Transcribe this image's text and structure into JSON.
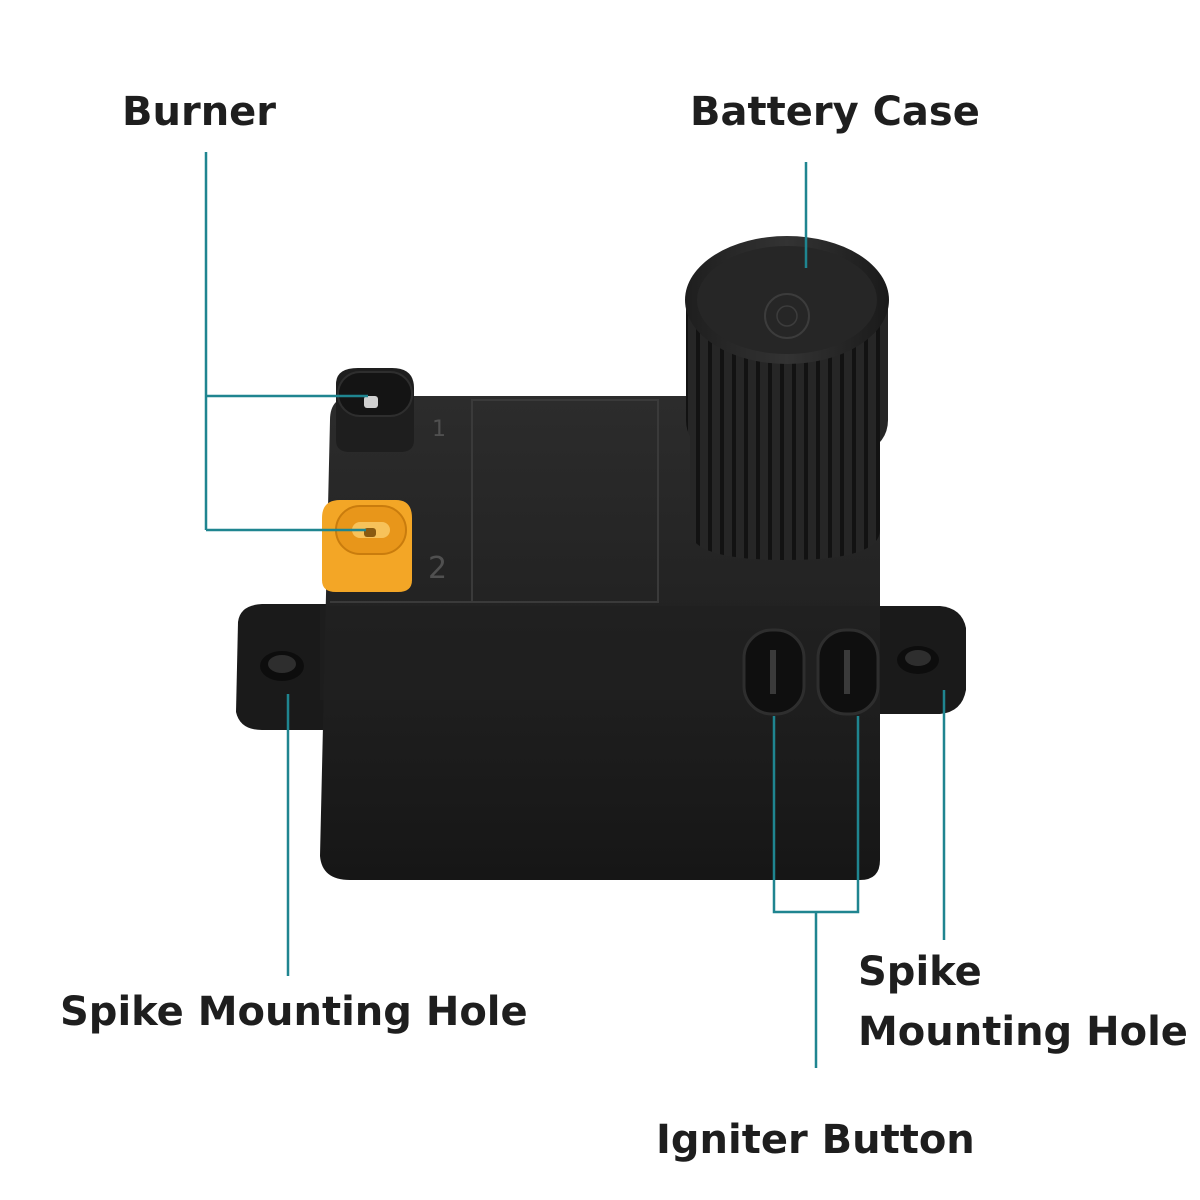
{
  "labels": {
    "burner": "Burner",
    "battery_case": "Battery Case",
    "spike_mounting_hole_left": "Spike Mounting Hole",
    "spike_mounting_hole_right_line1": "Spike",
    "spike_mounting_hole_right_line2": "Mounting Hole",
    "igniter_button": "Igniter Button"
  },
  "port_numbers": {
    "port_1": "1",
    "port_2": "2"
  },
  "colors": {
    "leader_line": "#1f8590",
    "label_text": "#1e1e1e",
    "module_body": "#1c1c1c",
    "port_2_connector": "#f3a626"
  }
}
